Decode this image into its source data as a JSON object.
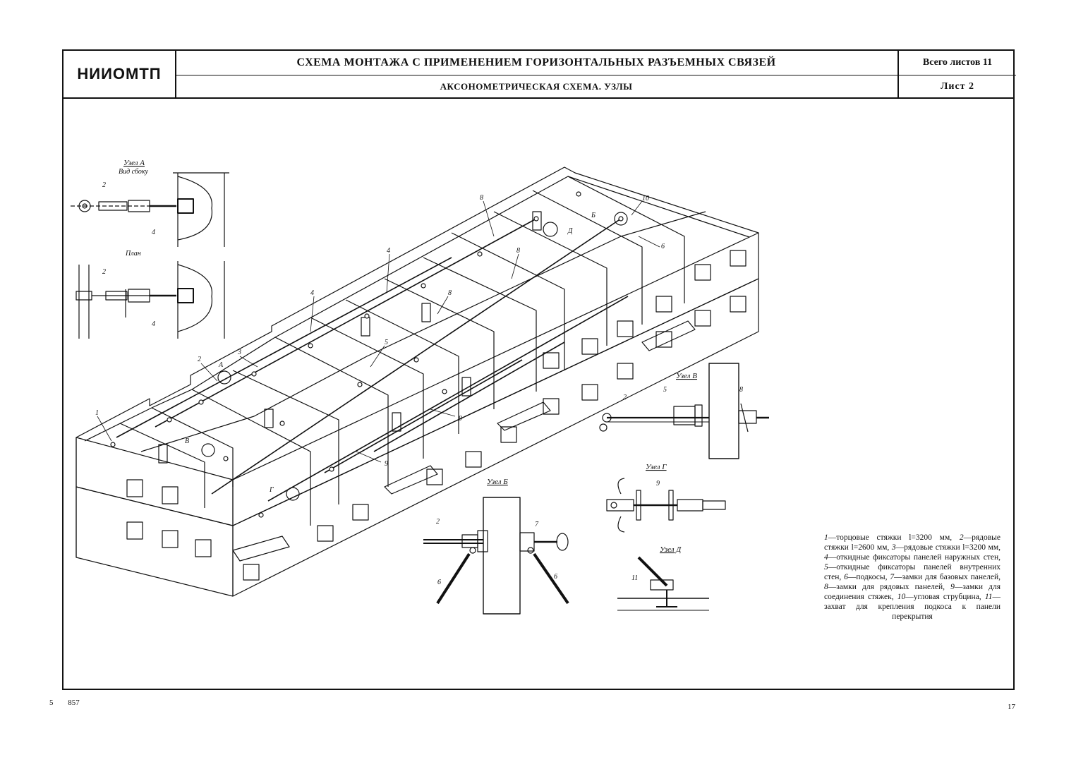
{
  "header": {
    "org": "НИИОМТП",
    "title": "СХЕМА МОНТАЖА С ПРИМЕНЕНИЕМ ГОРИЗОНТАЛЬНЫХ РАЗЪЕМНЫХ СВЯЗЕЙ",
    "subtitle": "АКСОНОМЕТРИЧЕСКАЯ СХЕМА. УЗЛЫ",
    "sheets_total": "Всего листов 11",
    "sheet_no": "Лист 2"
  },
  "nodes": {
    "a_title": "Узел А",
    "a_side": "Вид сбоку",
    "a_plan": "План",
    "b_title": "Узел Б",
    "v_title": "Узел В",
    "g_title": "Узел Г",
    "d_title": "Узел Д"
  },
  "callouts": {
    "c1": "1",
    "c2": "2",
    "c3": "3",
    "c4": "4",
    "c5": "5",
    "c6": "6",
    "c7": "7",
    "c8": "8",
    "c9": "9",
    "c10": "10",
    "c11": "11",
    "A": "А",
    "B": "Б",
    "V": "В",
    "G": "Г",
    "D": "Д"
  },
  "legend": [
    {
      "n": "1",
      "t": "—торцовые стяжки l=3200 мм, "
    },
    {
      "n": "2",
      "t": "—рядовые стяжки l=2600 мм, "
    },
    {
      "n": "3",
      "t": "—рядовые стяжки l=3200 мм, "
    },
    {
      "n": "4",
      "t": "—откидные фиксаторы панелей наружных стен, "
    },
    {
      "n": "5",
      "t": "—откидные фиксаторы панелей внутренних стен, "
    },
    {
      "n": "6",
      "t": "—подкосы, "
    },
    {
      "n": "7",
      "t": "—замки для базовых панелей, "
    },
    {
      "n": "8",
      "t": "—замки для рядовых панелей, "
    },
    {
      "n": "9",
      "t": "—замки для соединения стяжек, "
    },
    {
      "n": "10",
      "t": "—угловая струбцина, "
    },
    {
      "n": "11",
      "t": "—захват для крепления подкоса к панели перекрытия"
    }
  ],
  "footer": {
    "left_a": "5",
    "left_b": "857",
    "page": "17"
  }
}
